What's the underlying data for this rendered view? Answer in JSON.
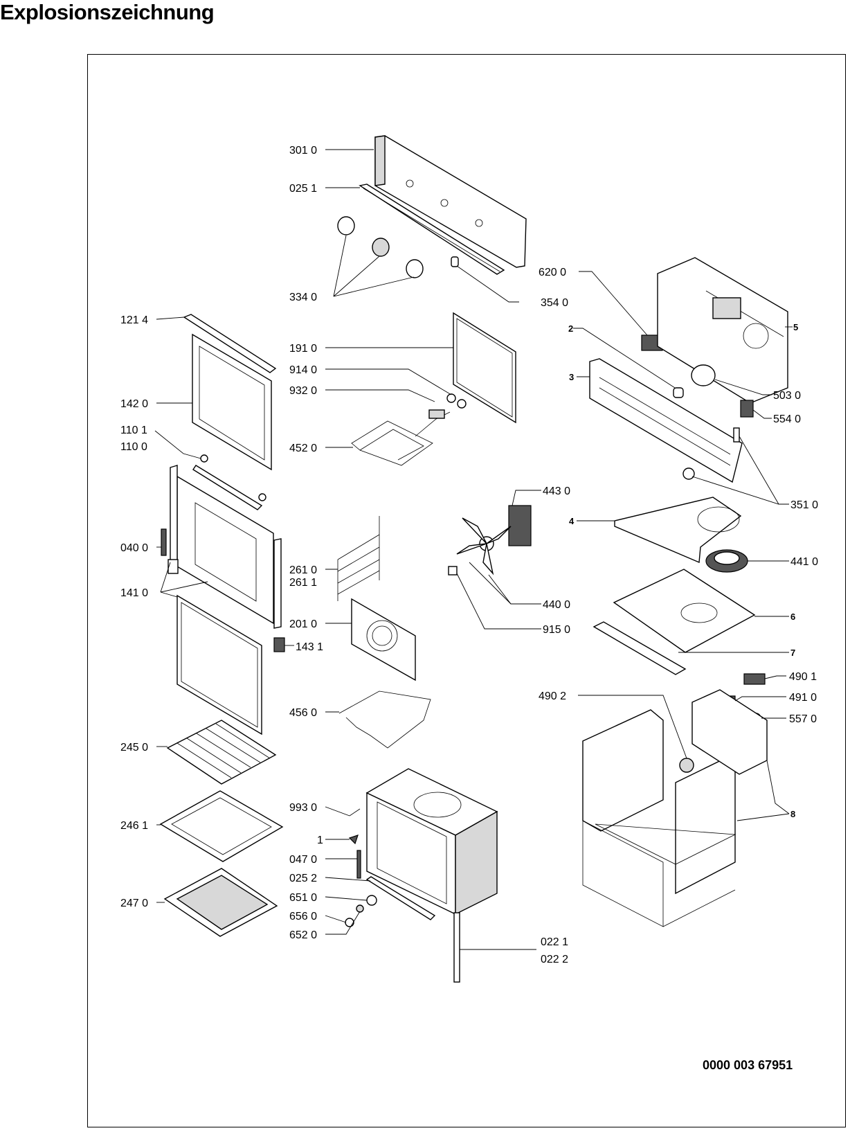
{
  "title": "Explosionszeichnung",
  "document_number": "0000 003 67951",
  "labels": {
    "l3010": "301 0",
    "l0251": "025 1",
    "l3340": "334 0",
    "l3540": "354 0",
    "l1214": "121 4",
    "l1910": "191 0",
    "l9140": "914 0",
    "l9320": "932 0",
    "l1420": "142 0",
    "l1101": "110 1",
    "l1100": "110 0",
    "l4520": "452 0",
    "l0400": "040 0",
    "l1410": "141 0",
    "l2610": "261 0",
    "l2611": "261 1",
    "l2010": "201 0",
    "l1431": "143 1",
    "l4560": "456 0",
    "l2450": "245 0",
    "l2461": "246 1",
    "l2470": "247 0",
    "l9930": "993 0",
    "l1": "1",
    "l0470": "047 0",
    "l0252": "025 2",
    "l6510": "651 0",
    "l6560": "656 0",
    "l6520": "652 0",
    "l0221": "022 1",
    "l0222": "022 2",
    "l6200": "620 0",
    "l2": "2",
    "l3": "3",
    "l5": "5",
    "l5030": "503 0",
    "l5540": "554 0",
    "l3510": "351 0",
    "l4430": "443 0",
    "l4": "4",
    "l4410": "441 0",
    "l4400": "440 0",
    "l9150": "915 0",
    "l6": "6",
    "l7": "7",
    "l4901": "490 1",
    "l4902": "490 2",
    "l4910": "491 0",
    "l5570": "557 0",
    "l8": "8"
  }
}
